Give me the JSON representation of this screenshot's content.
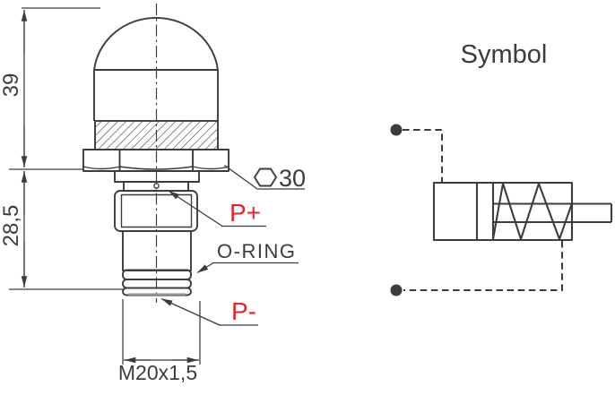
{
  "colors": {
    "line": "#3c3c3c",
    "red": "#e2262b",
    "bg": "#ffffff",
    "shade": "#9a9a9a"
  },
  "drawing": {
    "dim_height_total": "39",
    "dim_height_thread": "28,5",
    "dim_thread": "M20x1,5",
    "hex_across_flats": "30",
    "port_plus": "P+",
    "port_minus": "P-",
    "oring": "O-RING"
  },
  "symbol": {
    "title": "Symbol"
  }
}
